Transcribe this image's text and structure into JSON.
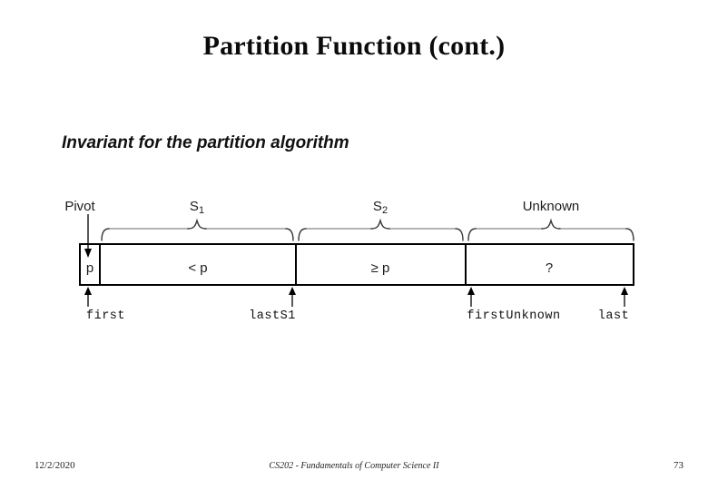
{
  "slide": {
    "title": "Partition Function (cont.)",
    "subtitle": "Invariant for the partition algorithm"
  },
  "diagram": {
    "pivot_label": "Pivot",
    "cells": [
      {
        "value": "p"
      },
      {
        "value": "< p"
      },
      {
        "value": "≥ p"
      },
      {
        "value": "?"
      }
    ],
    "sections": [
      {
        "label_main": "S",
        "label_sub": "1"
      },
      {
        "label_main": "S",
        "label_sub": "2"
      },
      {
        "label_main": "Unknown",
        "label_sub": ""
      }
    ],
    "pointers": [
      "first",
      "lastS1",
      "firstUnknown",
      "last"
    ]
  },
  "footer": {
    "date": "12/2/2020",
    "course": "CS202 - Fundamentals of Computer Science II",
    "page": "73"
  }
}
